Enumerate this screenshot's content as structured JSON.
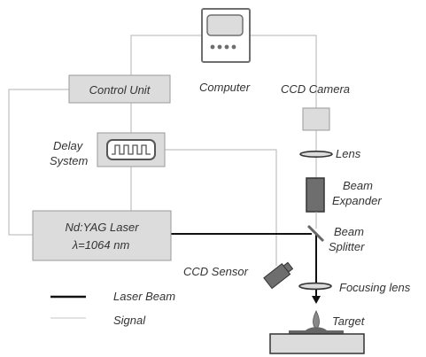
{
  "labels": {
    "control_unit": "Control Unit",
    "computer": "Computer",
    "ccd_camera": "CCD Camera",
    "delay_line1": "Delay",
    "delay_line2": "System",
    "lens": "Lens",
    "beam_expander_line1": "Beam",
    "beam_expander_line2": "Expander",
    "laser_line1": "Nd:YAG Laser",
    "laser_line2": "λ=1064  nm",
    "beam_splitter_line1": "Beam",
    "beam_splitter_line2": "Splitter",
    "ccd_sensor": "CCD Sensor",
    "focusing_lens": "Focusing lens",
    "target": "Target"
  },
  "legend": {
    "laser_beam": "Laser Beam",
    "signal": "Signal"
  },
  "colors": {
    "signal_line": "#b3b3b3",
    "laser_line": "#111111",
    "box_fill": "#dcdcdc",
    "box_stroke": "#9a9a9a",
    "dark_component": "#6e6e6e",
    "text": "#333333"
  }
}
